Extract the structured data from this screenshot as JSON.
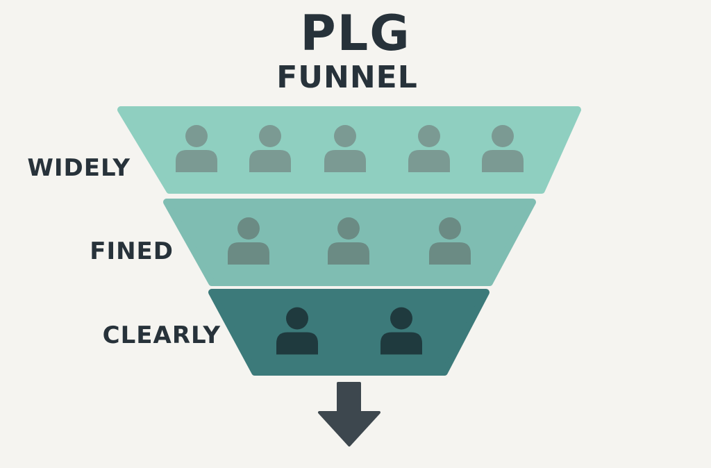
{
  "title": {
    "line1": "PLG",
    "line2": "FUNNEL"
  },
  "stages": [
    {
      "label": "WIDELY",
      "people_count": 5,
      "color": "#8fcfc0",
      "person_color": "#7b9a93"
    },
    {
      "label": "FINED",
      "people_count": 3,
      "color": "#7fbdb2",
      "person_color": "#6b8b84"
    },
    {
      "label": "CLEARLY",
      "people_count": 2,
      "color": "#3c7a7a",
      "person_color": "#1f3a3e"
    }
  ],
  "arrow": {
    "icon": "arrow-down-icon",
    "color": "#3d474e"
  }
}
